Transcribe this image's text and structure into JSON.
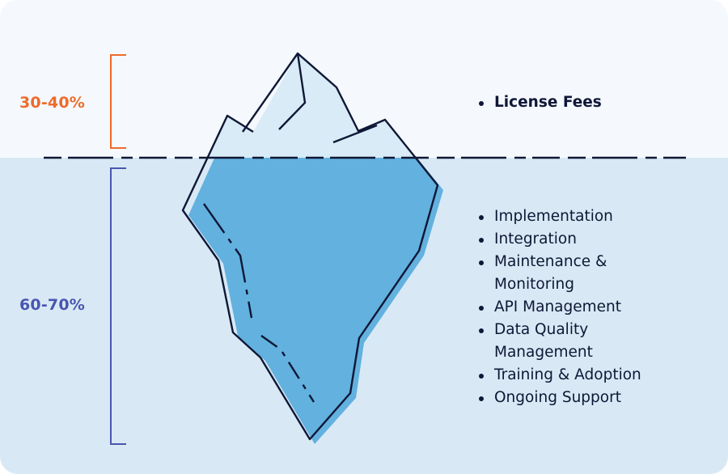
{
  "colors": {
    "above_water_bg": "#f5f9fd",
    "below_water_bg": "#d8e9f5",
    "above_accent": "#ee6b2b",
    "below_accent": "#4a55b0",
    "iceberg_top_fill": "#d8ebf6",
    "iceberg_bottom_fill": "#62b1df",
    "outline": "#0f1736"
  },
  "above_water": {
    "percentage": "30-40%",
    "items": [
      "License Fees"
    ]
  },
  "below_water": {
    "percentage": "60-70%",
    "items": [
      {
        "line1": "Implementation",
        "line2": ""
      },
      {
        "line1": "Integration",
        "line2": ""
      },
      {
        "line1": "Maintenance &",
        "line2": "Monitoring"
      },
      {
        "line1": "API Management",
        "line2": ""
      },
      {
        "line1": "Data Quality",
        "line2": "Management"
      },
      {
        "line1": "Training & Adoption",
        "line2": ""
      },
      {
        "line1": "Ongoing Support",
        "line2": ""
      }
    ]
  },
  "icons": [
    "iceberg-icon",
    "bracket-icon",
    "waterline-icon"
  ]
}
